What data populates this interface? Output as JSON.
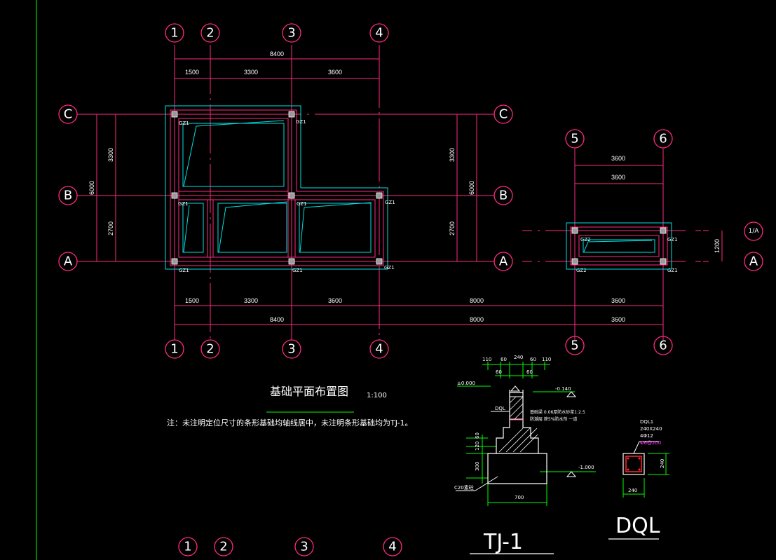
{
  "plan": {
    "title": "基础平面布置图",
    "scale": "1:100",
    "note": "注：未注明定位尺寸的条形基础均轴线居中，未注明条形基础均为TJ-1。"
  },
  "axes": {
    "top_labels": [
      "1",
      "2",
      "3",
      "4"
    ],
    "bottom_labels": [
      "1",
      "2",
      "3",
      "4"
    ],
    "right_top_labels": [
      "5",
      "6"
    ],
    "right_bottom_labels": [
      "5",
      "6"
    ],
    "left_rows": [
      "C",
      "B",
      "A"
    ],
    "right_rows": [
      "C",
      "B",
      "A"
    ],
    "small_rows": [
      "1/A",
      "A"
    ],
    "lower_partial": [
      "1",
      "2",
      "3",
      "4"
    ]
  },
  "dims": {
    "top_total": "8400",
    "top_parts": [
      "1500",
      "3300",
      "3600"
    ],
    "bottom_parts": [
      "1500",
      "3300",
      "3600"
    ],
    "bottom_total": "8400",
    "left_total": "6000",
    "left_parts": [
      "3300",
      "2700"
    ],
    "right_total": "6000",
    "right_parts": [
      "3300",
      "2700"
    ],
    "right_plan_top1": "3600",
    "right_plan_top2": "3600",
    "right_plan_bottom1": "3600",
    "right_plan_bottom2": "3600",
    "between_1": "8000",
    "between_2": "8000",
    "small_height": "1200"
  },
  "columns": {
    "gz1": "GZ1",
    "gz2": "GZ2"
  },
  "section_tj1": {
    "title": "TJ-1",
    "top_dims": [
      "110",
      "60",
      "240",
      "60",
      "110"
    ],
    "sub_dims": [
      "60",
      "60"
    ],
    "elev_top": "±0.000",
    "elev_mid": "-0.140",
    "elev_bottom": "-1.000",
    "beam": "DQL",
    "note_line1": "基础梁 0.06厚防水砂浆1:2.5",
    "note_line2": "防潮层 掺5%防水剂 一道",
    "left_dims": [
      "60",
      "120",
      "300"
    ],
    "base_width": "700",
    "concrete": "C20素砼"
  },
  "section_dql": {
    "title": "DQL",
    "label1": "DQL1",
    "label2": "240X240",
    "label3": "4Φ12",
    "label4": "Φ6@200",
    "width": "240",
    "height": "240"
  }
}
